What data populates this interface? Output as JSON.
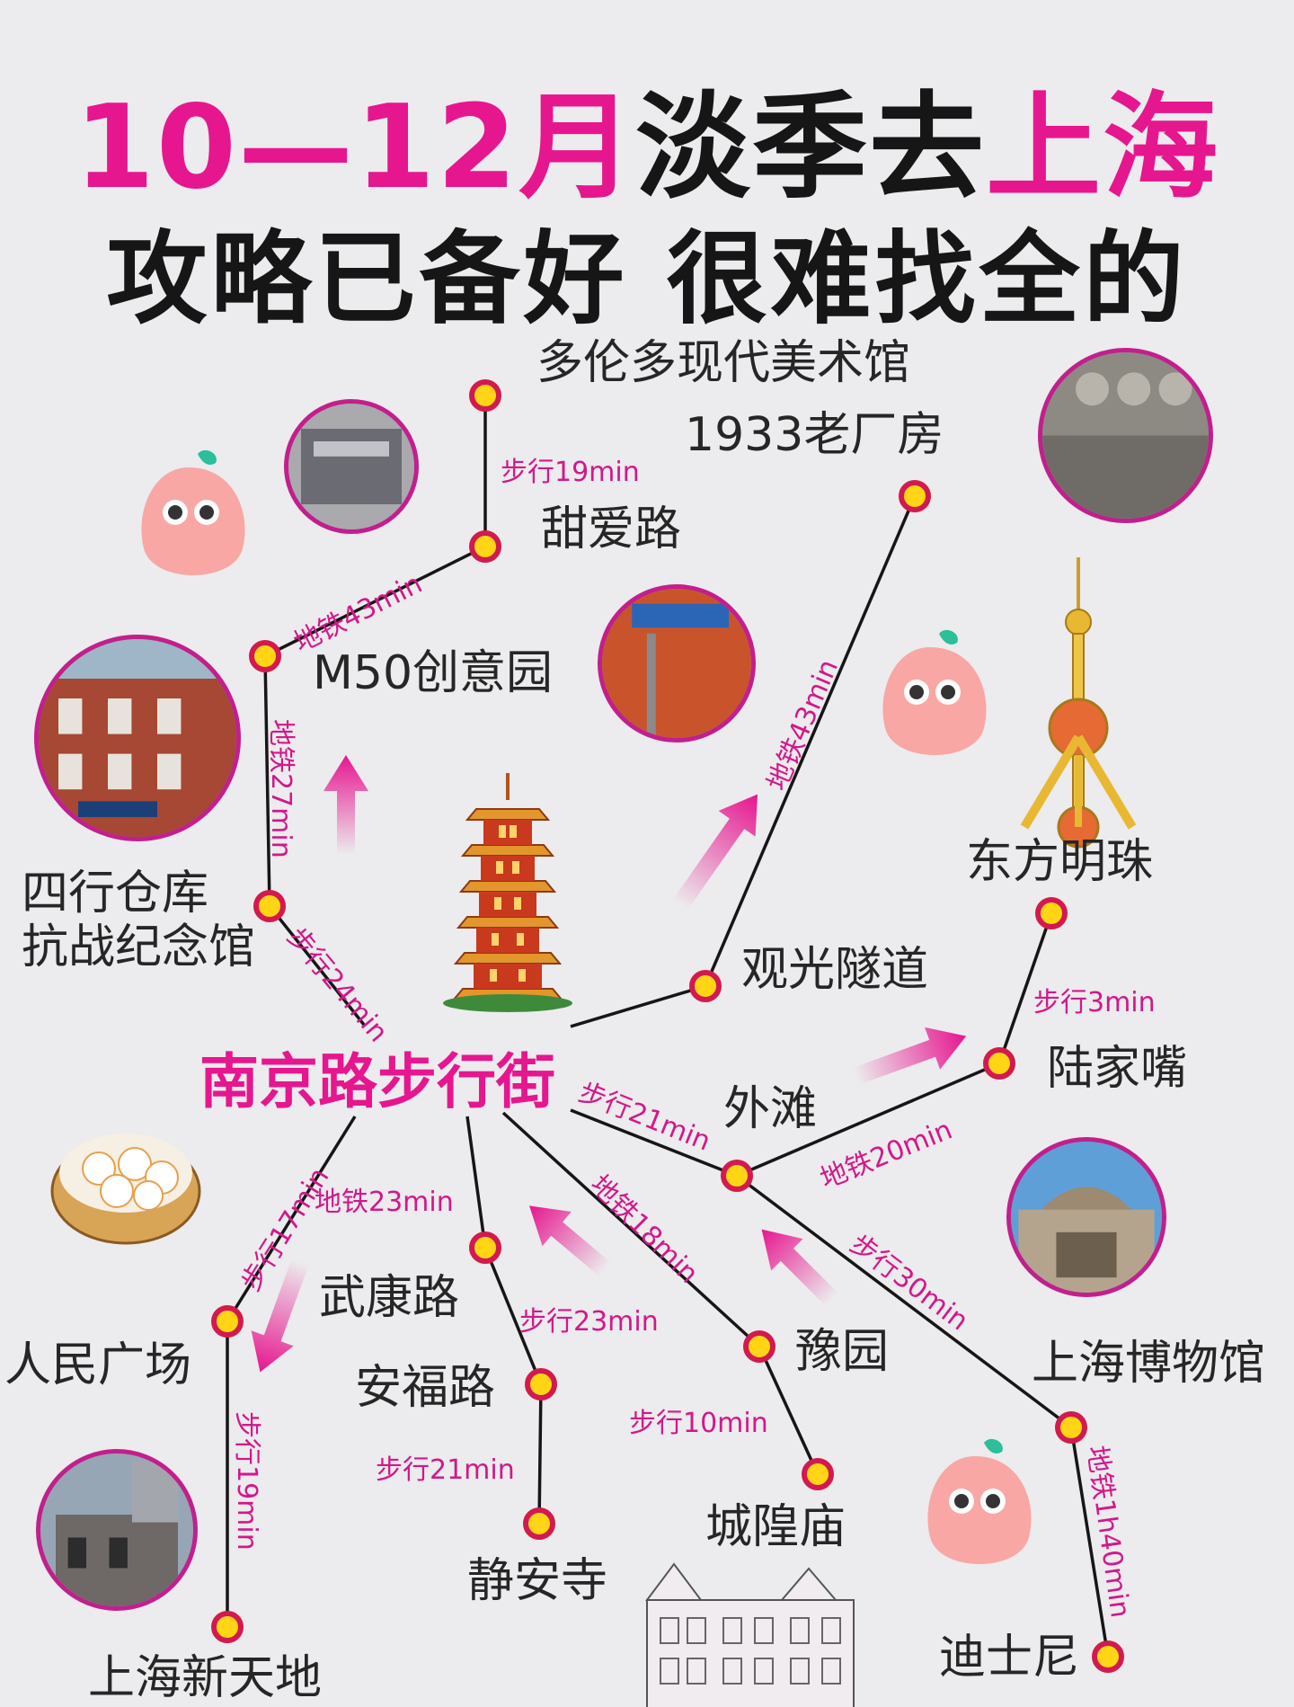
{
  "title": {
    "line1_part1": "10—12月",
    "line1_part2": "淡季去",
    "line1_part3": "上海",
    "line2": "攻略已备好 很难找全的"
  },
  "hub": "南京路步行街",
  "stations": {
    "moca": "多伦多现代美术馆",
    "laochangfang": "1933老厂房",
    "tianai": "甜爱路",
    "m50": "M50创意园",
    "sihang": "四行仓库\n抗战纪念馆",
    "guanguang": "观光隧道",
    "dongfang": "东方明珠",
    "lujiazui": "陆家嘴",
    "waitan": "外滩",
    "renmin": "人民广场",
    "wukang": "武康路",
    "anfu": "安福路",
    "jingan": "静安寺",
    "yuyuan": "豫园",
    "chenghuang": "城隍庙",
    "bowuguan": "上海博物馆",
    "xintiandi": "上海新天地",
    "disney": "迪士尼"
  },
  "segments": {
    "moca_tianai": "步行19min",
    "tianai_m50": "地铁43min",
    "m50_sihang": "地铁27min",
    "sihang_hub": "步行24min",
    "guanguang_laochang": "地铁43min",
    "lujiazui_dongfang": "步行3min",
    "hub_waitan": "步行21min",
    "waitan_lujiazui": "地铁20min",
    "waitan_bowuguan": "步行30min",
    "bowuguan_disney": "地铁1h40min",
    "hub_renmin": "步行17min",
    "renmin_xintiandi": "步行19min",
    "hub_wukang": "地铁23min",
    "wukang_anfu": "步行23min",
    "anfu_jingan": "步行21min",
    "hub_yuyuan": "地铁18min",
    "yuyuan_chenghuang": "步行10min"
  },
  "colors": {
    "accent": "#e6168f",
    "route_line": "#161616",
    "station_fill": "#ffd516",
    "station_ring": "#d21a4e",
    "photo_ring": "#c21f8d"
  },
  "icons": [
    "pagoda-icon",
    "oriental-pearl-tower-icon",
    "peach-mascot-icon",
    "xiaolongbao-icon",
    "xintiandi-building-icon",
    "arrow-icon"
  ]
}
